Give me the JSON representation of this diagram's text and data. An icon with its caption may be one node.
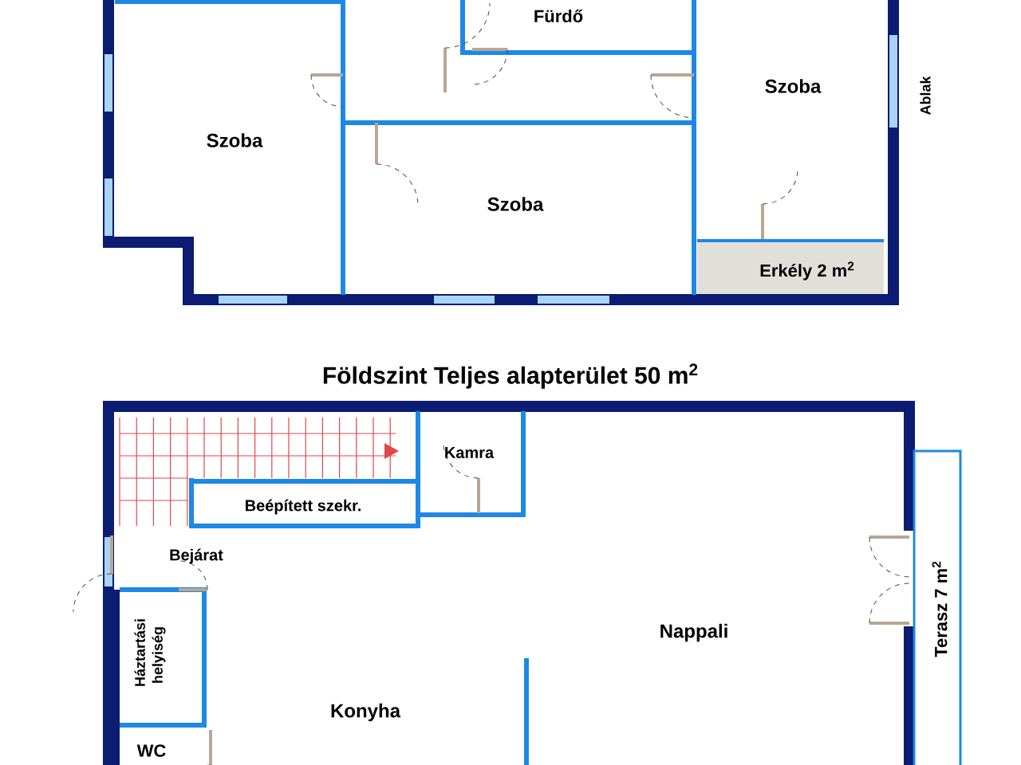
{
  "diagram": {
    "title": "Földszint Teljes alapterület 50 m$^{2}$",
    "labels": [
      "Fürdő",
      "Szoba",
      "Ablak",
      "Szoba",
      "Szoba",
      "Erkély 2 m$^{2}$",
      "Kamra",
      "Beépített szekr.",
      "Bejárat",
      "Nappali",
      "Terasz 7 m$^{2}$",
      "Háztartási helyiség",
      "Konyha",
      "WC"
    ]
  }
}
